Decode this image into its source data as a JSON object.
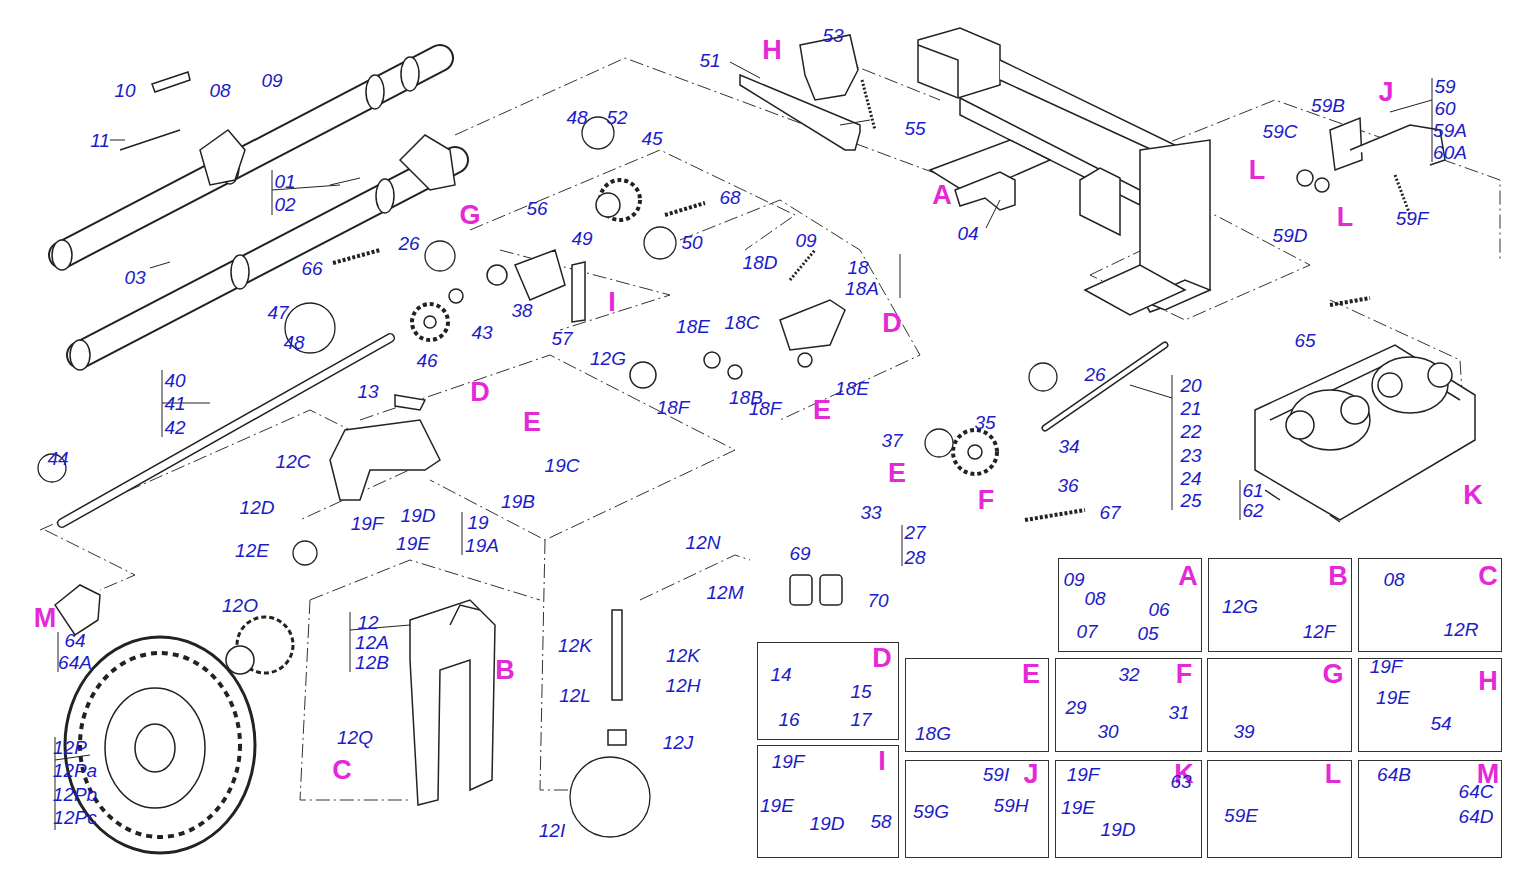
{
  "diagram": {
    "nodes": [
      {
        "text": [
          "A",
          "09",
          "08",
          "06",
          "07",
          "05"
        ]
      },
      {
        "text": [
          "B",
          "12G",
          "12F"
        ]
      },
      {
        "text": [
          "C",
          "08",
          "12R"
        ]
      },
      {
        "text": [
          "D",
          "14",
          "15",
          "16",
          "17"
        ]
      },
      {
        "text": [
          "E",
          "18G"
        ]
      },
      {
        "text": [
          "F",
          "32",
          "29",
          "31",
          "30"
        ]
      },
      {
        "text": [
          "G",
          "39"
        ]
      },
      {
        "text": [
          "H",
          "19F",
          "19E",
          "54"
        ]
      },
      {
        "text": [
          "I",
          "19F",
          "19E",
          "19D",
          "58"
        ]
      },
      {
        "text": [
          "J",
          "59I",
          "59G",
          "59H"
        ]
      },
      {
        "text": [
          "K",
          "19F",
          "19E",
          "63",
          "19D"
        ]
      },
      {
        "text": [
          "L",
          "59E"
        ]
      },
      {
        "text": [
          "M",
          "64B",
          "64C",
          "64D"
        ]
      }
    ],
    "labels": [
      "10",
      "08",
      "09",
      "11",
      "01",
      "02",
      "03",
      "48",
      "52",
      "45",
      "H",
      "53",
      "51",
      "55",
      "A",
      "04",
      "J",
      "59B",
      "59",
      "60",
      "59A",
      "60A",
      "59C",
      "L",
      "L",
      "59D",
      "59F",
      "G",
      "56",
      "49",
      "50",
      "68",
      "26",
      "66",
      "38",
      "46",
      "43",
      "57",
      "I",
      "47",
      "48",
      "18D",
      "09",
      "18",
      "18A",
      "18C",
      "D",
      "12G",
      "18E",
      "18E",
      "18B",
      "E",
      "18F",
      "18F",
      "13",
      "D",
      "40",
      "41",
      "42",
      "12C",
      "E",
      "19C",
      "19B",
      "19",
      "19A",
      "12D",
      "19F",
      "19D",
      "19E",
      "12E",
      "44",
      "26",
      "20",
      "21",
      "22",
      "23",
      "24",
      "25",
      "65",
      "37",
      "35",
      "34",
      "36",
      "E",
      "33",
      "F",
      "27",
      "28",
      "67",
      "61",
      "62",
      "K",
      "M",
      "64",
      "64A",
      "12O",
      "12P",
      "12Pa",
      "12Pb",
      "12Pc",
      "12",
      "12A",
      "12B",
      "B",
      "12N",
      "12M",
      "12K",
      "12K",
      "12L",
      "12H",
      "12J",
      "12Q",
      "C",
      "12I",
      "69",
      "70"
    ]
  }
}
